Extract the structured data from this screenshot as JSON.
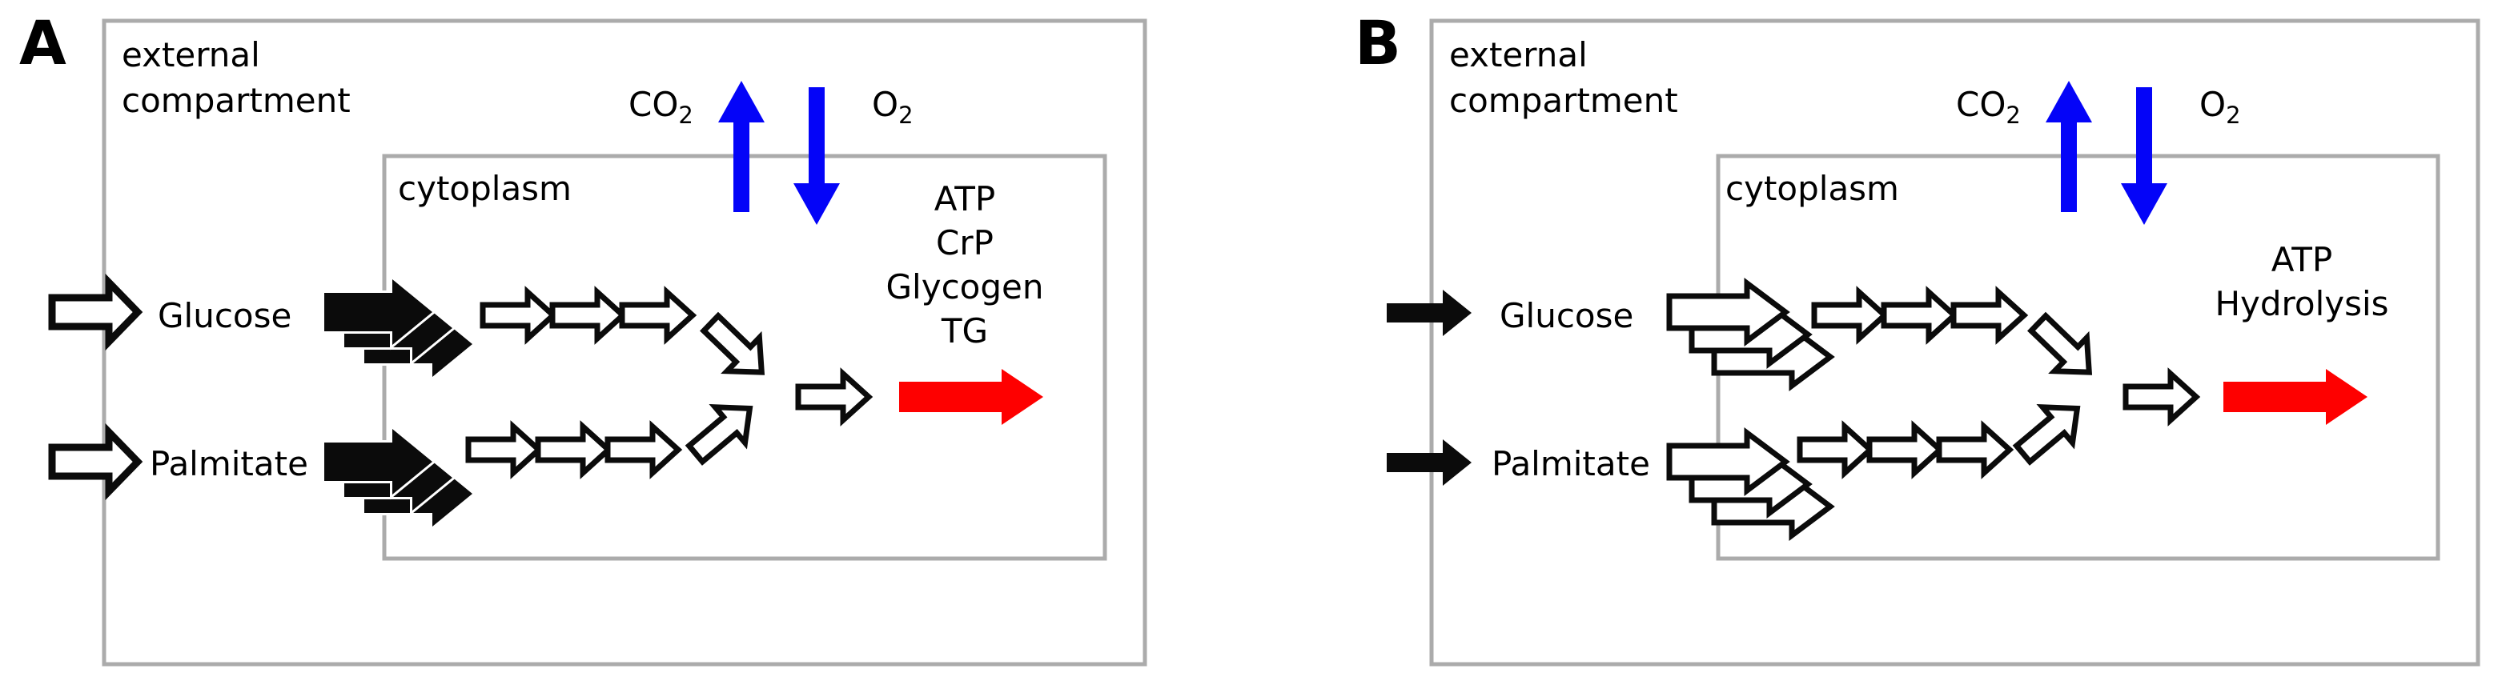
{
  "figure": {
    "description": "Two-compartment metabolic flux diagram, panels A and B"
  },
  "colors": {
    "bg": "#ffffff",
    "border": "#ababab",
    "black": "#0b0b0b",
    "blue": "#0404f8",
    "red": "#fe0000",
    "text": "#000000"
  },
  "panels": [
    {
      "letter": "A",
      "external_label": [
        "external",
        "compartment"
      ],
      "cytoplasm_label": "cytoplasm",
      "co2": {
        "base": "CO",
        "sub": "2"
      },
      "o2": {
        "base": "O",
        "sub": "2"
      },
      "substrates": [
        "Glucose",
        "Palmitate"
      ],
      "outputs": [
        "ATP",
        "CrP",
        "Glycogen",
        "TG"
      ]
    },
    {
      "letter": "B",
      "external_label": [
        "external",
        "compartment"
      ],
      "cytoplasm_label": "cytoplasm",
      "co2": {
        "base": "CO",
        "sub": "2"
      },
      "o2": {
        "base": "O",
        "sub": "2"
      },
      "substrates": [
        "Glucose",
        "Palmitate"
      ],
      "outputs": [
        "ATP",
        "Hydrolysis"
      ]
    }
  ]
}
